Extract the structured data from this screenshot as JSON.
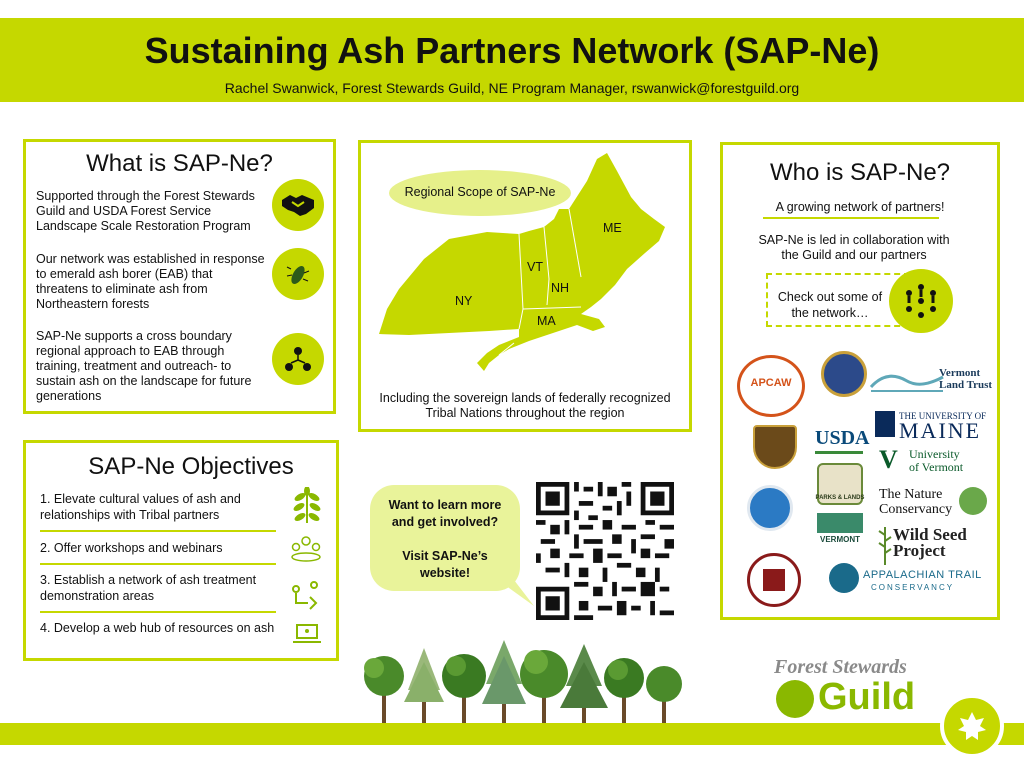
{
  "header": {
    "title": "Sustaining Ash Partners Network (SAP-Ne)",
    "subtitle": "Rachel Swanwick, Forest Stewards Guild, NE Program Manager, rswanwick@forestguild.org"
  },
  "what": {
    "title": "What is SAP-Ne?",
    "items": [
      {
        "text": "Supported through the Forest Stewards Guild and USDA Forest Service Landscape Scale Restoration Program",
        "icon": "handshake-icon"
      },
      {
        "text": "Our network was established in response to emerald ash borer (EAB) that threatens to eliminate ash from Northeastern forests",
        "icon": "beetle-icon"
      },
      {
        "text": "SAP-Ne supports a cross boundary regional approach to EAB through training, treatment and outreach- to sustain ash on the landscape for future generations",
        "icon": "network-icon"
      }
    ]
  },
  "map": {
    "bubble": "Regional Scope of SAP-Ne",
    "states": [
      "ME",
      "VT",
      "NH",
      "NY",
      "MA"
    ],
    "caption": "Including the sovereign lands of federally recognized Tribal Nations throughout the region"
  },
  "who": {
    "title": "Who is SAP-Ne?",
    "tagline": "A growing network of partners!",
    "led": "SAP-Ne is led in collaboration with the Guild and our partners",
    "check": "Check out some of the network…",
    "partners": {
      "vlt": "Vermont Land Trust",
      "usda": "USDA",
      "maine_top": "THE UNIVERSITY OF",
      "maine": "MAINE",
      "uvm_top": "University",
      "uvm_bottom": "of Vermont",
      "tnc_top": "The Nature",
      "tnc_bottom": "Conservancy",
      "parks": "PARKS & LANDS",
      "vermont_fpr": "VERMONT",
      "wsp_top": "Wild Seed",
      "wsp_bottom": "Project",
      "atc_top": "APPALACHIAN TRAIL",
      "atc_bottom": "CONSERVANCY",
      "apcaw": "APCAW"
    }
  },
  "objectives": {
    "title": "SAP-Ne Objectives",
    "items": [
      {
        "text": "1. Elevate cultural values of ash and relationships with Tribal partners",
        "icon": "ash-leaf-icon"
      },
      {
        "text": "2. Offer workshops and webinars",
        "icon": "group-icon"
      },
      {
        "text": "3. Establish a network of ash treatment demonstration areas",
        "icon": "route-icon"
      },
      {
        "text": "4. Develop a web hub of resources on ash",
        "icon": "laptop-icon"
      }
    ]
  },
  "cta": {
    "line1": "Want to learn more and get involved?",
    "line2": "Visit SAP-Ne’s website!"
  },
  "guild": {
    "top": "Forest Stewards",
    "bottom": "Guild"
  },
  "colors": {
    "accent": "#c5d800",
    "dark_text": "#111111",
    "leaf_green": "#8ab800"
  }
}
